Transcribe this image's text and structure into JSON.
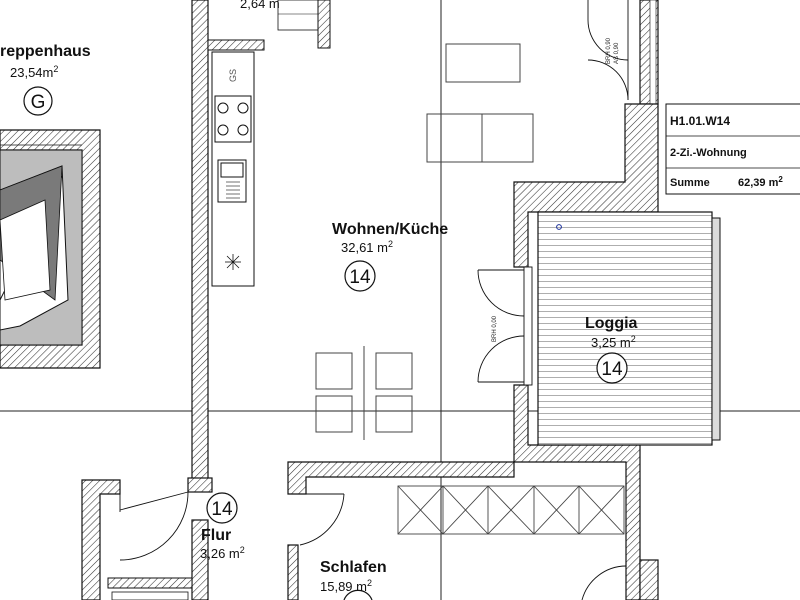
{
  "rooms": {
    "top_area": {
      "area": "2,64 m"
    },
    "treppenhaus": {
      "name": "reppenhaus",
      "area_value": "23,54m",
      "area_sup": "2",
      "marker": "G"
    },
    "wohnen": {
      "name": "Wohnen/Küche",
      "area_value": "32,61 m",
      "area_sup": "2",
      "marker": "14"
    },
    "loggia": {
      "name": "Loggia",
      "area_value": "3,25 m",
      "area_sup": "2",
      "marker": "14"
    },
    "flur": {
      "name": "Flur",
      "area_value": "3,26 m",
      "area_sup": "2",
      "marker": "14"
    },
    "schlafen": {
      "name": "Schlafen",
      "area_value": "15,89 m",
      "area_sup": "2"
    }
  },
  "annotations": {
    "window_1": "BRH 0,90",
    "window_2": "AS 0,90",
    "door_loggia": "BRH 0,00",
    "appliance_gs": "GS"
  },
  "info_panel": {
    "unit_id": "H1.01.W14",
    "unit_type": "2-Zi.-Wohnung",
    "sum_label": "Summe",
    "sum_value": "62,39 m",
    "sum_sup": "2"
  }
}
